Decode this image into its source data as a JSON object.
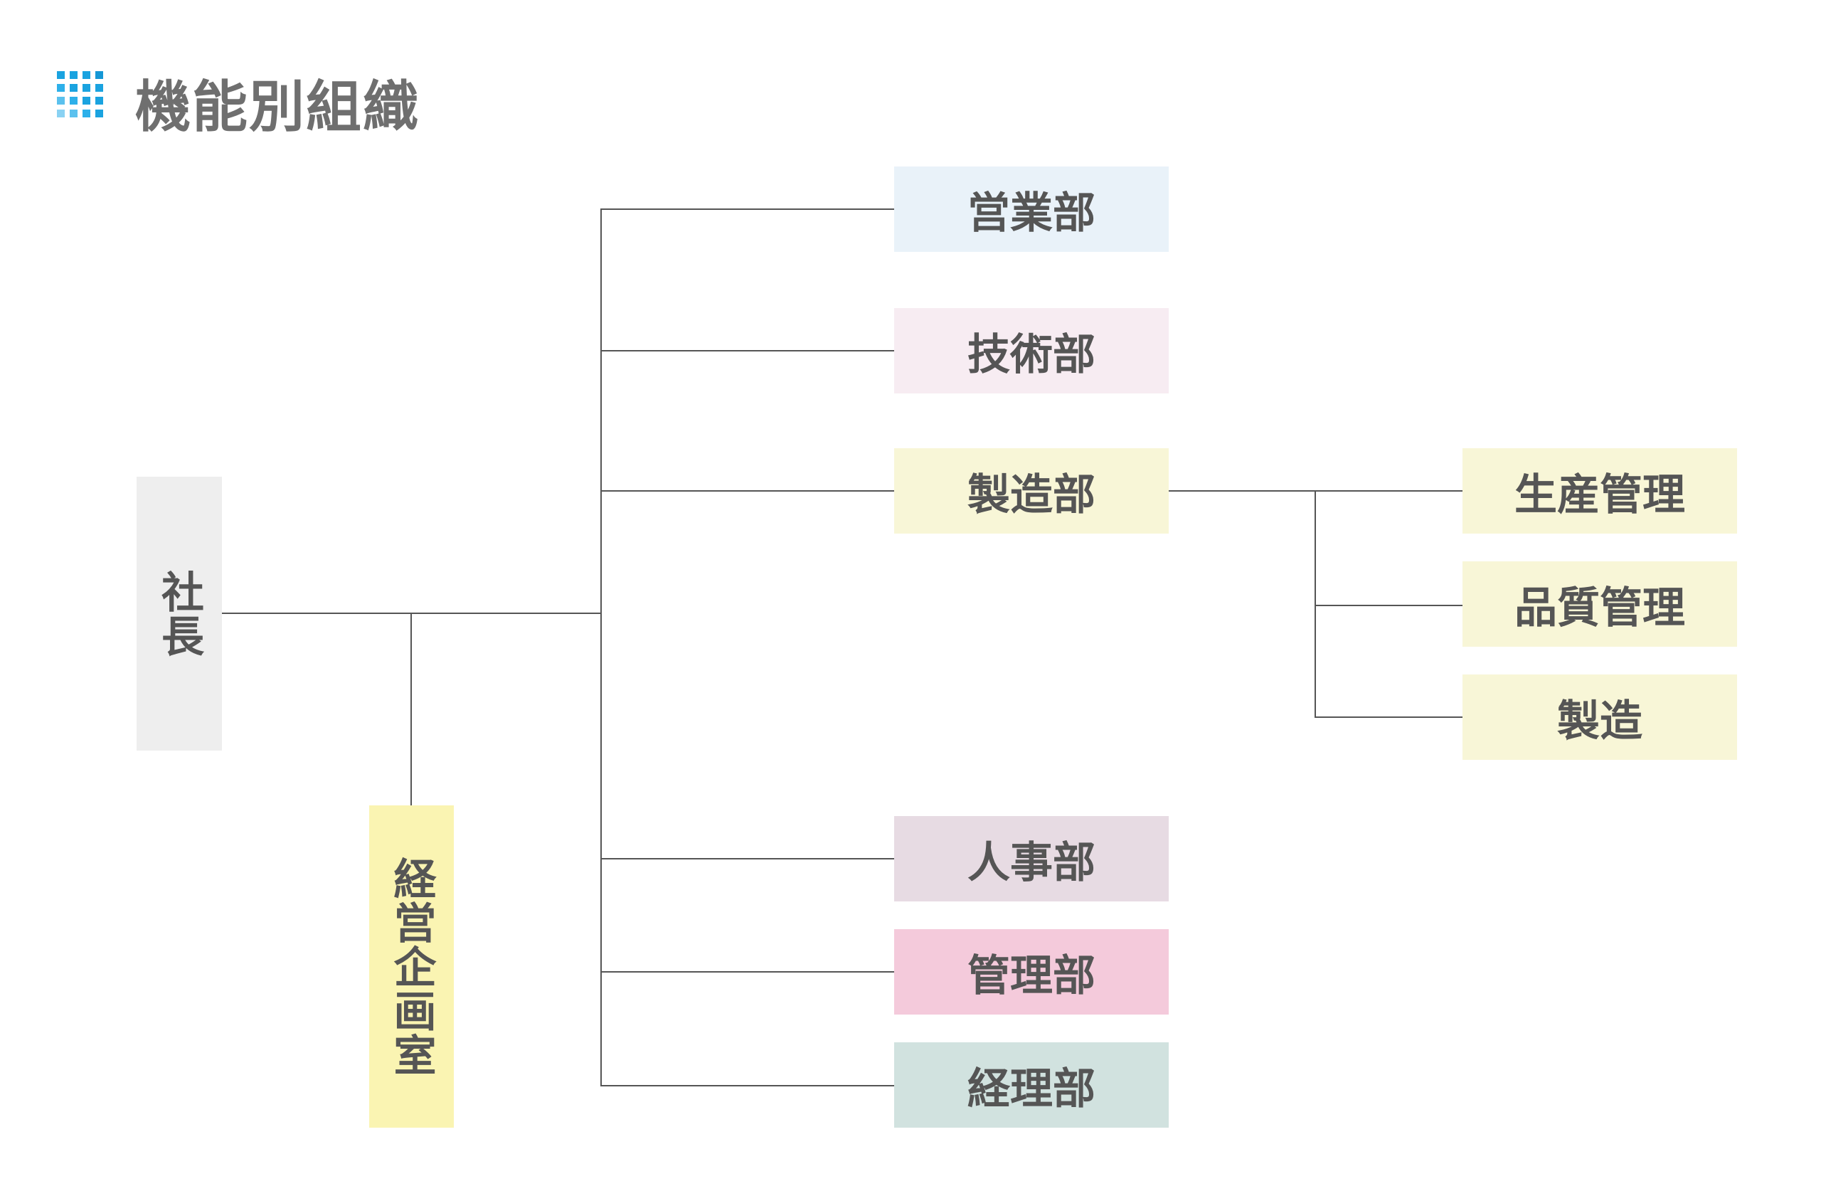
{
  "title": "機能別組織",
  "icon": "grid-icon",
  "president": {
    "label": "社長",
    "color": "#eeeeee"
  },
  "planning": {
    "label": "経営企画室",
    "color": "#faf4b2"
  },
  "departments": [
    {
      "label": "営業部",
      "color": "#e9f2f9"
    },
    {
      "label": "技術部",
      "color": "#f7ecf2"
    },
    {
      "label": "製造部",
      "color": "#f8f6d7"
    },
    {
      "label": "人事部",
      "color": "#e7dbe3"
    },
    {
      "label": "管理部",
      "color": "#f4cadb"
    },
    {
      "label": "経理部",
      "color": "#d1e2df"
    }
  ],
  "manufacturing_sections": [
    {
      "label": "生産管理",
      "color": "#f8f6d7"
    },
    {
      "label": "品質管理",
      "color": "#f8f6d7"
    },
    {
      "label": "製造",
      "color": "#f8f6d7"
    }
  ]
}
